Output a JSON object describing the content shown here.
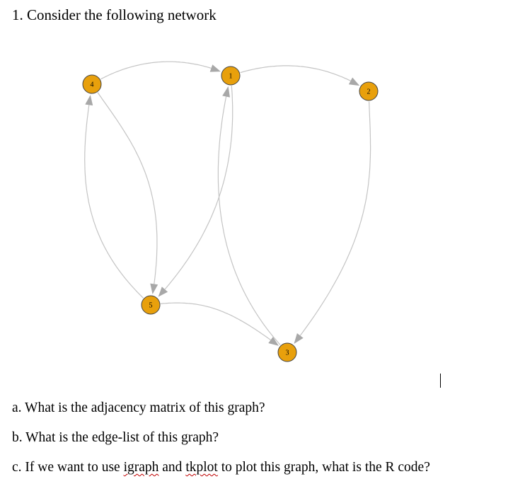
{
  "heading": "1. Consider the following network",
  "network": {
    "node_fill": "#e8a00c",
    "node_stroke": "#444444",
    "edge_color": "#c4c4c4",
    "arrow_color": "#a8a8a8",
    "nodes": [
      "1",
      "2",
      "3",
      "4",
      "5"
    ],
    "edges": [
      {
        "from": "4",
        "to": "1"
      },
      {
        "from": "1",
        "to": "2"
      },
      {
        "from": "4",
        "to": "5"
      },
      {
        "from": "5",
        "to": "4"
      },
      {
        "from": "1",
        "to": "5"
      },
      {
        "from": "3",
        "to": "1"
      },
      {
        "from": "5",
        "to": "3"
      },
      {
        "from": "2",
        "to": "3"
      }
    ]
  },
  "questions": {
    "a": "a. What is the adjacency matrix of this graph?",
    "b": "b. What is the edge-list of this graph?",
    "c_before": "c. If we want to use ",
    "c_igraph": "igraph",
    "c_and": " and ",
    "c_tkplot": "tkplot",
    "c_after": " to plot this graph, what is the R code?"
  }
}
